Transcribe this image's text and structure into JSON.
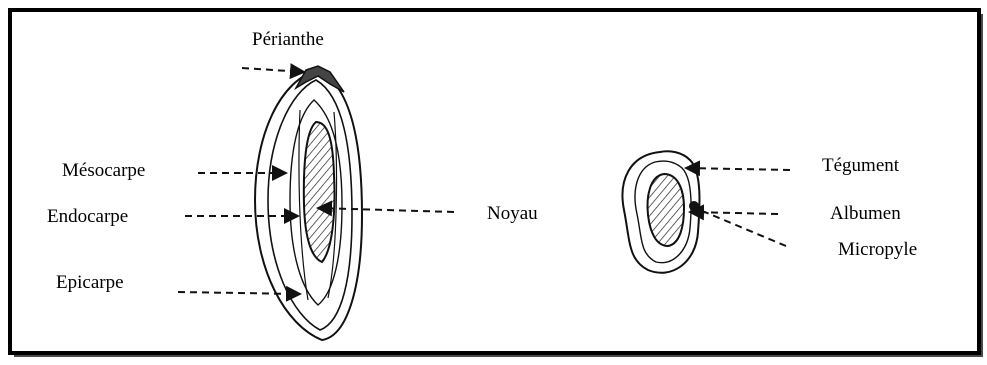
{
  "diagram": {
    "fruit_labels": {
      "perianthe": "Périanthe",
      "mesocarpe": "Mésocarpe",
      "endocarpe": "Endocarpe",
      "epicarpe": "Epicarpe",
      "noyau": "Noyau"
    },
    "seed_labels": {
      "tegument": "Tégument",
      "albumen": "Albumen",
      "micropyle": "Micropyle"
    }
  }
}
